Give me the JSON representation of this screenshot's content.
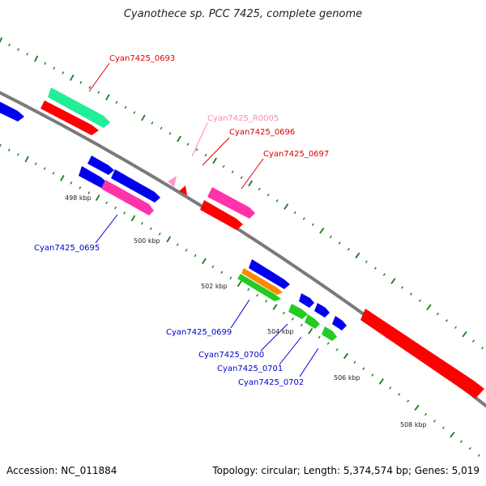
{
  "title": "Cyanothece sp. PCC 7425, complete genome",
  "accession": "Accession: NC_011884",
  "summary": "Topology: circular; Length: 5,374,574 bp; Genes: 5,019",
  "kbp_labels": [
    "498 kbp",
    "500 kbp",
    "502 kbp",
    "504 kbp",
    "506 kbp",
    "508 kbp"
  ],
  "gene_labels": [
    "Cyan7425_0693",
    "Cyan7425_R0005",
    "Cyan7425_0696",
    "Cyan7425_0697",
    "Cyan7425_0695",
    "Cyan7425_0699",
    "Cyan7425_0700",
    "Cyan7425_0701",
    "Cyan7425_0702"
  ],
  "colors": {
    "backbone": "#7a7a7a",
    "tick": "#1a7a1a",
    "red": "#ff0000",
    "blue": "#0000ee",
    "green": "#22cc22",
    "teal": "#22ee99",
    "magenta": "#ff33aa",
    "pink": "#ff99cc",
    "orange": "#ff8800",
    "label_red": "#dd0000",
    "label_blue": "#0000cc",
    "label_pink": "#ff88bb"
  }
}
